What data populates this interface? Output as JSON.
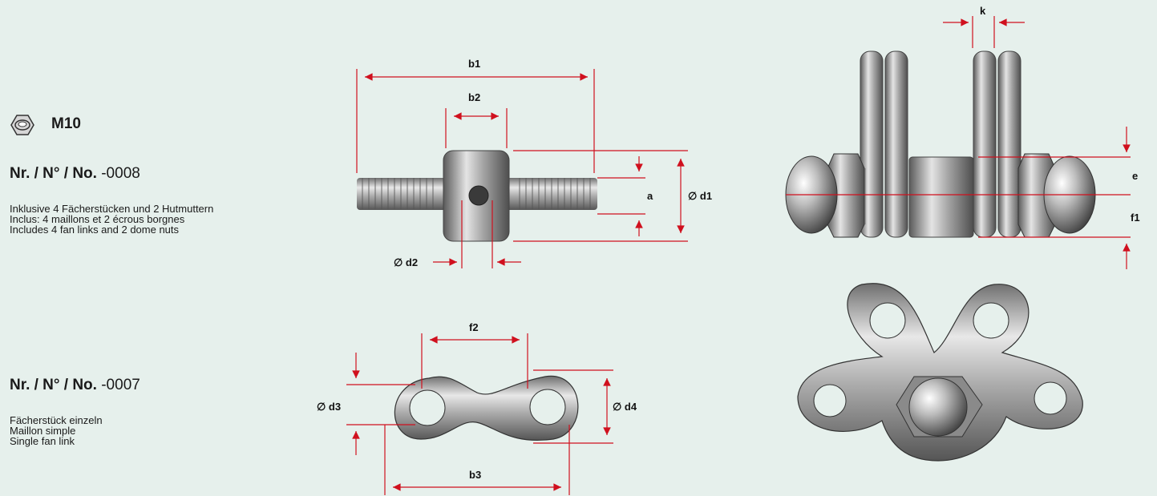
{
  "size": {
    "label": "M10",
    "icon": "hex-nut-icon"
  },
  "products": [
    {
      "prefix": "Nr. / N° / No.",
      "number": "-0008",
      "description": [
        "Inklusive 4 Fächerstücken und 2 Hutmuttern",
        "Inclus: 4 maillons et 2 écrous borgnes",
        "Includes 4 fan links and 2 dome nuts"
      ]
    },
    {
      "prefix": "Nr. / N° / No.",
      "number": "-0007",
      "description": [
        "Fächerstück einzeln",
        "Maillon simple",
        "Single fan link"
      ]
    }
  ],
  "dimensions": {
    "b1": "b1",
    "b2": "b2",
    "a": "a",
    "d1": "∅ d1",
    "d2": "∅ d2",
    "k": "k",
    "e": "e",
    "f1": "f1",
    "f2": "f2",
    "d3": "∅ d3",
    "d4": "∅ d4",
    "b3": "b3"
  },
  "colors": {
    "background": "#e6f0ec",
    "dimension_line": "#d0101e",
    "metal": "#a8a8a8"
  }
}
